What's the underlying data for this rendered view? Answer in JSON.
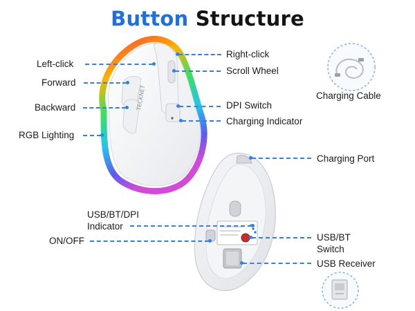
{
  "title": {
    "accent": "Button",
    "rest": "Structure"
  },
  "labels": {
    "left_click": "Left-click",
    "forward": "Forward",
    "backward": "Backward",
    "rgb_lighting": "RGB Lighting",
    "right_click": "Right-click",
    "scroll_wheel": "Scroll Wheel",
    "dpi_switch": "DPI Switch",
    "charging_indicator": "Charging Indicator",
    "charging_cable": "Charging Cable",
    "charging_port": "Charging Port",
    "usb_bt_dpi_indicator_line1": "USB/BT/DPI",
    "usb_bt_dpi_indicator_line2": "Indicator",
    "on_off": "ON/OFF",
    "usb_bt_switch_line1": "USB/BT",
    "usb_bt_switch_line2": "Switch",
    "usb_receiver": "USB Receiver"
  },
  "brand": "TECKNET",
  "colors": {
    "accent": "#1f6fe0",
    "callout_line": "#2f7ff0"
  }
}
